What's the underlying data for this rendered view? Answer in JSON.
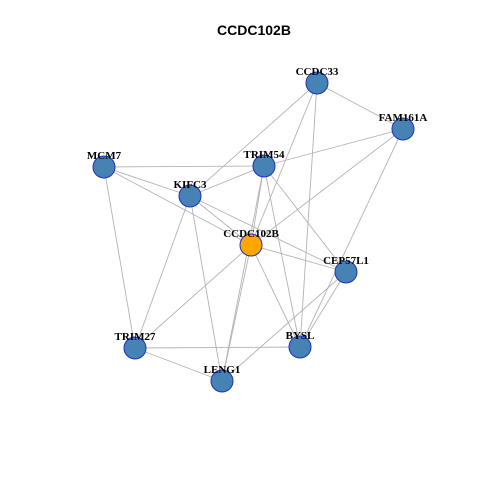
{
  "title": "CCDC102B",
  "colors": {
    "node_fill": "#4682b4",
    "center_fill": "#ffa500",
    "node_border": "#1f2fbf",
    "edge": "#b3b3b3"
  },
  "nodes": [
    {
      "id": "CCDC33",
      "label": "CCDC33",
      "center": false
    },
    {
      "id": "FAM161A",
      "label": "FAM161A",
      "center": false
    },
    {
      "id": "MCM7",
      "label": "MCM7",
      "center": false
    },
    {
      "id": "TRIM54",
      "label": "TRIM54",
      "center": false
    },
    {
      "id": "KIFC3",
      "label": "KIFC3",
      "center": false
    },
    {
      "id": "CCDC102B",
      "label": "CCDC102B",
      "center": true
    },
    {
      "id": "CEP57L1",
      "label": "CEP57L1",
      "center": false
    },
    {
      "id": "TRIM27",
      "label": "TRIM27",
      "center": false
    },
    {
      "id": "BYSL",
      "label": "BYSL",
      "center": false
    },
    {
      "id": "LENG1",
      "label": "LENG1",
      "center": false
    }
  ],
  "edges": [
    [
      "CCDC33",
      "FAM161A"
    ],
    [
      "CCDC33",
      "KIFC3"
    ],
    [
      "CCDC33",
      "CCDC102B"
    ],
    [
      "CCDC33",
      "BYSL"
    ],
    [
      "FAM161A",
      "CCDC102B"
    ],
    [
      "FAM161A",
      "TRIM54"
    ],
    [
      "FAM161A",
      "BYSL"
    ],
    [
      "MCM7",
      "TRIM54"
    ],
    [
      "MCM7",
      "KIFC3"
    ],
    [
      "MCM7",
      "CCDC102B"
    ],
    [
      "MCM7",
      "TRIM27"
    ],
    [
      "TRIM54",
      "KIFC3"
    ],
    [
      "TRIM54",
      "CCDC102B"
    ],
    [
      "TRIM54",
      "CEP57L1"
    ],
    [
      "TRIM54",
      "BYSL"
    ],
    [
      "TRIM54",
      "LENG1"
    ],
    [
      "KIFC3",
      "CCDC102B"
    ],
    [
      "KIFC3",
      "CEP57L1"
    ],
    [
      "KIFC3",
      "TRIM27"
    ],
    [
      "KIFC3",
      "LENG1"
    ],
    [
      "CCDC102B",
      "CEP57L1"
    ],
    [
      "CCDC102B",
      "TRIM27"
    ],
    [
      "CCDC102B",
      "BYSL"
    ],
    [
      "CCDC102B",
      "LENG1"
    ],
    [
      "CEP57L1",
      "BYSL"
    ],
    [
      "CEP57L1",
      "LENG1"
    ],
    [
      "TRIM27",
      "BYSL"
    ],
    [
      "TRIM27",
      "LENG1"
    ]
  ]
}
